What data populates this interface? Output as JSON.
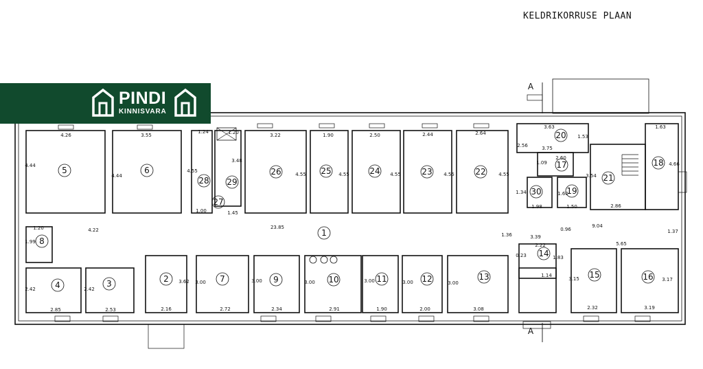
{
  "title": "KELDRIKORRUSE PLAAN",
  "brand": {
    "name": "PINDI",
    "tagline": "KINNISVARA",
    "color": "#114a2d"
  },
  "section_marker": "A",
  "rooms": [
    {
      "no": "1",
      "dims": [
        "23.85",
        "4.22",
        "9.04"
      ]
    },
    {
      "no": "2",
      "dims": [
        "2.16",
        "3.62"
      ]
    },
    {
      "no": "3",
      "dims": [
        "2.53",
        "2.42"
      ]
    },
    {
      "no": "4",
      "dims": [
        "2.85",
        "2.42"
      ]
    },
    {
      "no": "5",
      "dims": [
        "4.26",
        "4.44"
      ]
    },
    {
      "no": "6",
      "dims": [
        "3.55",
        "4.44"
      ]
    },
    {
      "no": "7",
      "dims": [
        "2.72",
        "3.00"
      ]
    },
    {
      "no": "8",
      "dims": [
        "1.20",
        "1.99"
      ]
    },
    {
      "no": "9",
      "dims": [
        "2.34",
        "3.00"
      ]
    },
    {
      "no": "10",
      "dims": [
        "2.91",
        "3.00"
      ]
    },
    {
      "no": "11",
      "dims": [
        "1.90",
        "3.00"
      ]
    },
    {
      "no": "12",
      "dims": [
        "2.00",
        "3.00"
      ]
    },
    {
      "no": "13",
      "dims": [
        "3.08",
        "3.00"
      ]
    },
    {
      "no": "14",
      "dims": [
        "3.39",
        "2.22",
        "1.14"
      ]
    },
    {
      "no": "15",
      "dims": [
        "2.32",
        "3.15"
      ]
    },
    {
      "no": "16",
      "dims": [
        "3.19",
        "3.17"
      ]
    },
    {
      "no": "17",
      "dims": [
        "2.60"
      ]
    },
    {
      "no": "18",
      "dims": [
        "1.63",
        "4.66"
      ]
    },
    {
      "no": "19",
      "dims": [
        "1.50",
        "1.60"
      ]
    },
    {
      "no": "20",
      "dims": [
        "3.63",
        "2.56"
      ]
    },
    {
      "no": "21",
      "dims": [
        "2.86",
        "3.54"
      ]
    },
    {
      "no": "22",
      "dims": [
        "2.64",
        "4.55"
      ]
    },
    {
      "no": "23",
      "dims": [
        "2.44",
        "4.55"
      ]
    },
    {
      "no": "24",
      "dims": [
        "2.50",
        "4.55"
      ]
    },
    {
      "no": "25",
      "dims": [
        "1.90",
        "4.55"
      ]
    },
    {
      "no": "26",
      "dims": [
        "3.22",
        "4.55"
      ]
    },
    {
      "no": "27",
      "dims": [
        "1.45"
      ]
    },
    {
      "no": "28",
      "dims": [
        "1.24",
        "4.55",
        "1.00"
      ]
    },
    {
      "no": "29",
      "dims": [
        "1.20",
        "3.48"
      ]
    },
    {
      "no": "30",
      "dims": [
        "1.98",
        "1.34"
      ]
    }
  ],
  "other_dims": [
    "5.65",
    "1.37",
    "0.96",
    "1.36",
    "1.53",
    "3.75",
    "1.09",
    "0.23",
    "1.83"
  ]
}
